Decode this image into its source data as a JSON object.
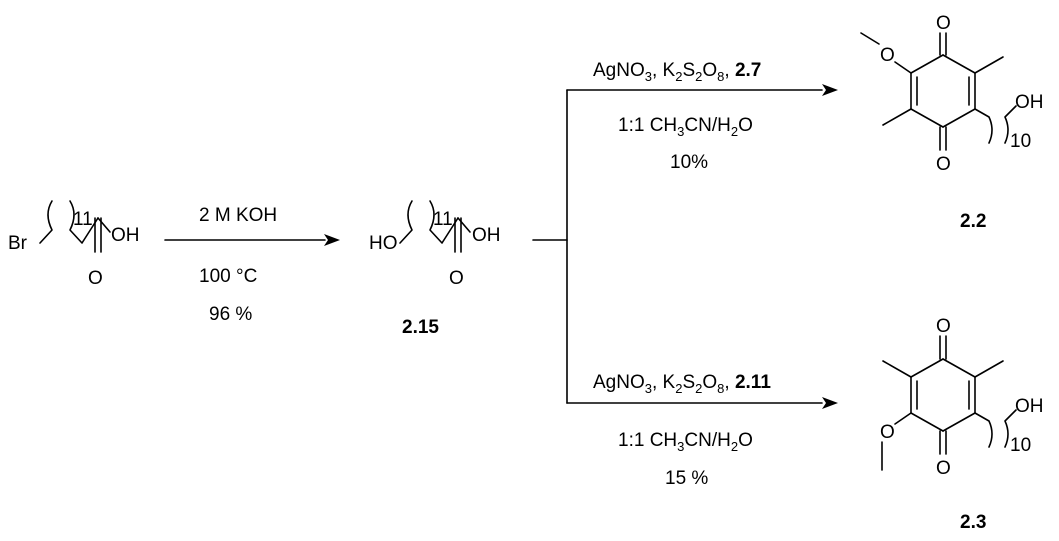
{
  "start_material": {
    "br": "Br",
    "repeat": "11",
    "oh": "OH",
    "o": "O"
  },
  "step1": {
    "reagent": "2 M KOH",
    "temperature": "100 °C",
    "yield": "96 %"
  },
  "intermediate": {
    "ho": "HO",
    "repeat": "11",
    "oh": "OH",
    "o": "O",
    "compound_number": "2.15"
  },
  "step2a": {
    "reagents_prefix": "AgNO",
    "sub3": "3",
    "k": ", K",
    "sub2a": "2",
    "s": "S",
    "sub2b": "2",
    "o": "O",
    "sub8": "8",
    "sep": ", ",
    "partner": "2.7",
    "solvent_a": "1:1 CH",
    "solvent_sub3": "3",
    "solvent_b": "CN/H",
    "solvent_sub2": "2",
    "solvent_c": "O",
    "yield": "10%"
  },
  "step2b": {
    "reagents_prefix": "AgNO",
    "sub3": "3",
    "k": ", K",
    "sub2a": "2",
    "s": "S",
    "sub2b": "2",
    "o": "O",
    "sub8": "8",
    "sep": ", ",
    "partner": "2.11",
    "solvent_a": "1:1 CH",
    "solvent_sub3": "3",
    "solvent_b": "CN/H",
    "solvent_sub2": "2",
    "solvent_c": "O",
    "yield": "15 %"
  },
  "product_a": {
    "o_methoxy": "O",
    "o_top": "O",
    "o_bottom": "O",
    "oh": "OH",
    "repeat": "10",
    "compound_number": "2.2"
  },
  "product_b": {
    "o_methoxy": "O",
    "o_top": "O",
    "o_bottom": "O",
    "oh": "OH",
    "repeat": "10",
    "compound_number": "2.3"
  }
}
